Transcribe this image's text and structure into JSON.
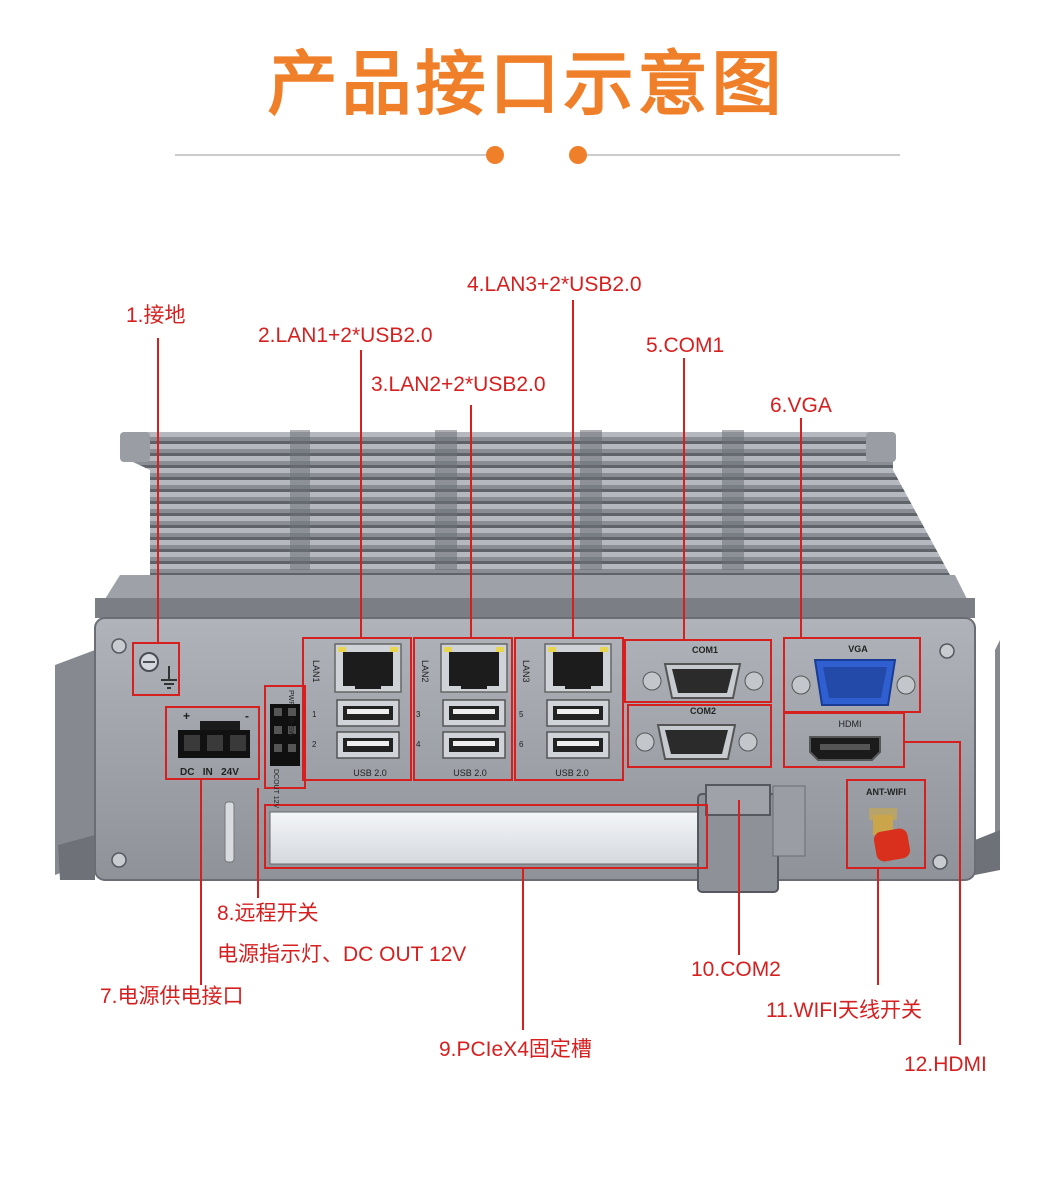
{
  "title": "产品接口示意图",
  "callouts": {
    "ground": "1.接地",
    "lan1": "2.LAN1+2*USB2.0",
    "lan2": "3.LAN2+2*USB2.0",
    "lan3": "4.LAN3+2*USB2.0",
    "com1": "5.COM1",
    "vga": "6.VGA",
    "power": "7.电源供电接口",
    "remote_switch": "8.远程开关",
    "power_led": "电源指示灯、DC OUT 12V",
    "pcie": "9.PCIeX4固定槽",
    "com2": "10.COM2",
    "wifi": "11.WIFI天线开关",
    "hdmi": "12.HDMI"
  },
  "panel_labels": {
    "lan1": "LAN1",
    "lan2": "LAN2",
    "lan3": "LAN3",
    "usb_1": "USB 2.0",
    "usb_2": "USB 2.0",
    "usb_3": "USB 2.0",
    "com1": "COM1",
    "com2": "COM2",
    "vga": "VGA",
    "hdmi": "HDMI",
    "ant_wifi": "ANT-WIFI",
    "dc_plus": "+",
    "dc_minus": "-",
    "dc_in": "DC   IN   24V",
    "pwr": "PWR",
    "r_sw": "R-SW",
    "dcout": "DCOUT 12V",
    "num_1": "1",
    "num_2": "2",
    "num_3": "3",
    "num_4": "4",
    "num_5": "5",
    "num_6": "6"
  },
  "colors": {
    "title": "#f07f2a",
    "callout": "#d61f1f",
    "chassis": "#8c9096",
    "panel": "#a3a7ad",
    "vga_port": "#2f5fd0",
    "antenna": "#d8301c"
  }
}
